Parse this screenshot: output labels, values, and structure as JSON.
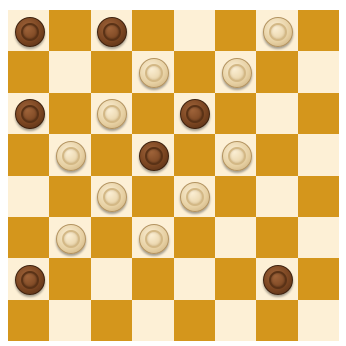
{
  "board": {
    "size": 8,
    "colors": {
      "light": "#fdf0d6",
      "dark": "#d4961c"
    },
    "pieces": [
      {
        "row": 0,
        "col": 0,
        "color": "dark"
      },
      {
        "row": 0,
        "col": 2,
        "color": "dark"
      },
      {
        "row": 0,
        "col": 6,
        "color": "light"
      },
      {
        "row": 1,
        "col": 3,
        "color": "light"
      },
      {
        "row": 1,
        "col": 5,
        "color": "light"
      },
      {
        "row": 2,
        "col": 0,
        "color": "dark"
      },
      {
        "row": 2,
        "col": 2,
        "color": "light"
      },
      {
        "row": 2,
        "col": 4,
        "color": "dark"
      },
      {
        "row": 3,
        "col": 1,
        "color": "light"
      },
      {
        "row": 3,
        "col": 3,
        "color": "dark"
      },
      {
        "row": 3,
        "col": 5,
        "color": "light"
      },
      {
        "row": 4,
        "col": 2,
        "color": "light"
      },
      {
        "row": 4,
        "col": 4,
        "color": "light"
      },
      {
        "row": 5,
        "col": 1,
        "color": "light"
      },
      {
        "row": 5,
        "col": 3,
        "color": "light"
      },
      {
        "row": 6,
        "col": 0,
        "color": "dark"
      },
      {
        "row": 6,
        "col": 6,
        "color": "dark"
      }
    ]
  }
}
